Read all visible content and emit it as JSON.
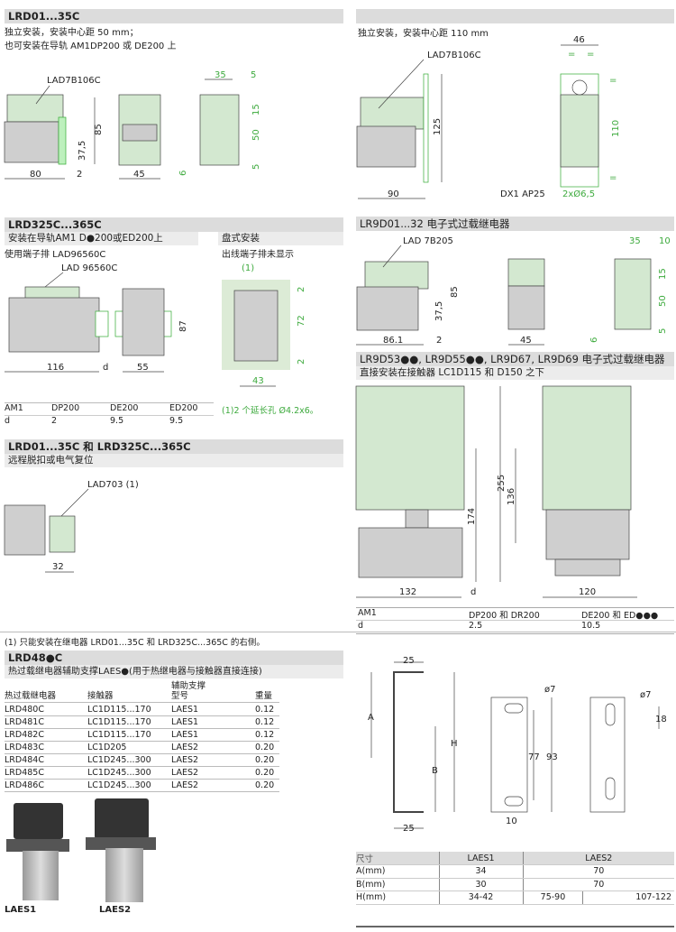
{
  "sec_lrd01": {
    "title": "LRD01...35C",
    "line1": "独立安装，安装中心距 50 mm；",
    "line2": "也可安装在导轨 AM1DP200 或 DE200 上",
    "dims": {
      "accessory": "LAD7B106C",
      "h85": "85",
      "h375": "37,5",
      "w80": "80",
      "w2": "2",
      "w45": "45",
      "p35": "35",
      "p5a": "5",
      "p15": "15",
      "p50": "50",
      "p5b": "5",
      "p6": "6"
    }
  },
  "sec_right1": {
    "line1": "独立安装，安装中心距 110 mm",
    "dims": {
      "accessory": "LAD7B106C",
      "h125": "125",
      "w90": "90",
      "w46": "46",
      "eq1": "=",
      "eq2": "=",
      "eq3": "=",
      "eq4": "=",
      "h110": "110",
      "mount": "DX1 AP25",
      "holes": "2xØ6,5"
    }
  },
  "sec_lrd325": {
    "title": "LRD325C...365C",
    "line1": "安装在导轨AM1 D●200或ED200上",
    "line2": "使用端子排 LAD96560C",
    "right1": "盘式安装",
    "right2": "出线端子排未显示",
    "dims": {
      "accessory": "LAD 96560C",
      "w116": "116",
      "d": "d",
      "w55": "55",
      "h87": "87",
      "note_ref": "(1)",
      "t2a": "2",
      "h72": "72",
      "t2b": "2",
      "w43": "43"
    },
    "table": {
      "headers": [
        "AM1",
        "DP200",
        "DE200",
        "ED200"
      ],
      "row": [
        "d",
        "2",
        "9.5",
        "9.5"
      ]
    },
    "footnote": "(1)2 个延长孔 Ø4.2x6。"
  },
  "sec_remote": {
    "title": "LRD01...35C 和 LRD325C...365C",
    "line1": "远程脱扣或电气复位",
    "dims": {
      "accessory": "LAD703 (1)",
      "w32": "32"
    }
  },
  "sec_lr9d01": {
    "title": "LR9D01...32 电子式过载继电器",
    "dims": {
      "accessory": "LAD 7B205",
      "h85": "85",
      "h375": "37,5",
      "w861": "86.1",
      "w2": "2",
      "w45": "45",
      "p35": "35",
      "p10": "10",
      "p15": "15",
      "p50": "50",
      "p5": "5",
      "p6": "6"
    }
  },
  "sec_lr9d53": {
    "title": "LR9D53●●, LR9D55●●, LR9D67, LR9D69 电子式过载继电器",
    "line1": "直接安装在接触器 LC1D115 和 D150 之下",
    "dims": {
      "h255": "255",
      "h136": "136",
      "h174": "174",
      "w132": "132",
      "d": "d",
      "w120": "120"
    },
    "table": {
      "headers": [
        "AM1",
        "DP200 和 DR200",
        "DE200 和 ED●●●"
      ],
      "row": [
        "d",
        "2.5",
        "10.5"
      ]
    }
  },
  "footnote1": "(1) 只能安装在继电器 LRD01...35C 和 LRD325C...365C 的右侧。",
  "sec_lrd48": {
    "title": "LRD48●C",
    "line1": "热过载继电器辅助支撑LAES●(用于热继电器与接触器直接连接)",
    "headers": {
      "relay": "热过载继电器",
      "contactor": "接触器",
      "support_top": "辅助支撑",
      "support": "型号",
      "weight": "重量"
    },
    "rows": [
      [
        "LRD480C",
        "LC1D115...170",
        "LAES1",
        "0.12"
      ],
      [
        "LRD481C",
        "LC1D115...170",
        "LAES1",
        "0.12"
      ],
      [
        "LRD482C",
        "LC1D115...170",
        "LAES1",
        "0.12"
      ],
      [
        "LRD483C",
        "LC1D205",
        "LAES2",
        "0.20"
      ],
      [
        "LRD484C",
        "LC1D245...300",
        "LAES2",
        "0.20"
      ],
      [
        "LRD485C",
        "LC1D245...300",
        "LAES2",
        "0.20"
      ],
      [
        "LRD486C",
        "LC1D245...300",
        "LAES2",
        "0.20"
      ]
    ],
    "photos": [
      "LAES1",
      "LAES2"
    ]
  },
  "bracket": {
    "dims": {
      "w25a": "25",
      "A": "A",
      "B": "B",
      "H": "H",
      "w25b": "25",
      "d7a": "ø7",
      "h77": "77",
      "h93": "93",
      "w10": "10",
      "d7b": "ø7",
      "h18": "18"
    },
    "table": {
      "header": [
        "尺寸",
        "LAES1",
        "LAES2"
      ],
      "rows": [
        [
          "A(mm)",
          "34",
          "70"
        ],
        [
          "B(mm)",
          "30",
          "70"
        ],
        [
          "H(mm)",
          "34-42",
          "75-90",
          "107-122"
        ]
      ]
    }
  }
}
